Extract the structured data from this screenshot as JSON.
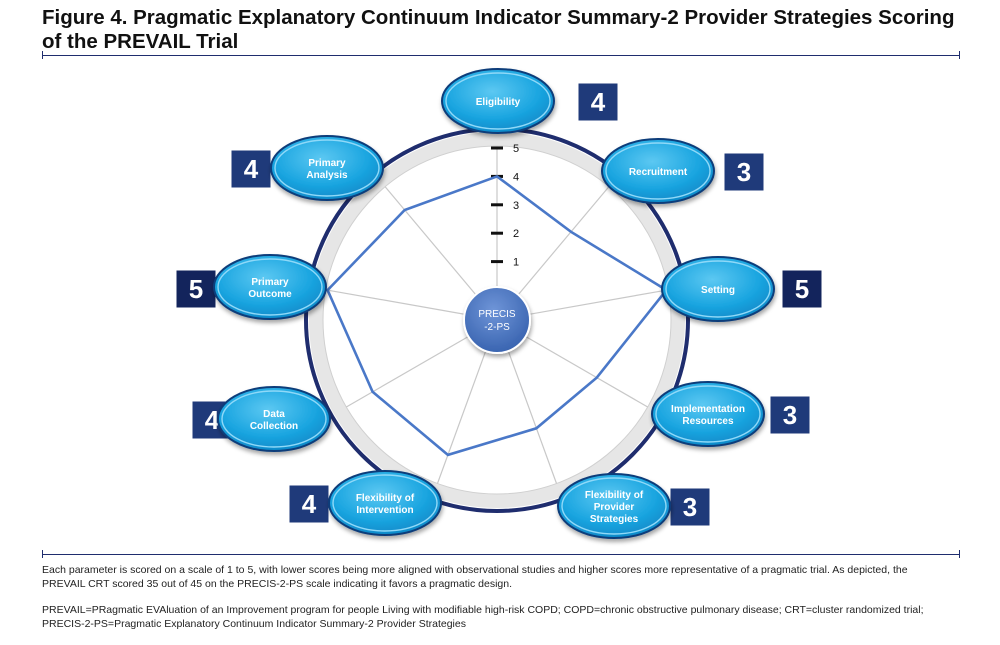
{
  "title": "Figure 4. Pragmatic Explanatory Continuum Indicator Summary-2 Provider Strategies Scoring of the PREVAIL Trial",
  "center_label": [
    "PRECIS",
    "-2-PS"
  ],
  "scale_ticks": [
    "1",
    "2",
    "3",
    "4",
    "5"
  ],
  "scale_max": 5,
  "domains": [
    {
      "label": [
        "Eligibility"
      ],
      "score": 4
    },
    {
      "label": [
        "Recruitment"
      ],
      "score": 3
    },
    {
      "label": [
        "Setting"
      ],
      "score": 5
    },
    {
      "label": [
        "Implementation",
        "Resources"
      ],
      "score": 3
    },
    {
      "label": [
        "Flexibility of",
        "Provider",
        "Strategies"
      ],
      "score": 3
    },
    {
      "label": [
        "Flexibility of",
        "Intervention"
      ],
      "score": 4
    },
    {
      "label": [
        "Data",
        "Collection"
      ],
      "score": 4
    },
    {
      "label": [
        "Primary",
        "Outcome"
      ],
      "score": 5
    },
    {
      "label": [
        "Primary",
        "Analysis"
      ],
      "score": 4
    }
  ],
  "colors": {
    "oval": "#1aa5e0",
    "oval_stroke": "#0b3d7a",
    "score_dark": "#1f3a7a",
    "score_darker": "#13245c",
    "polygon": "#4a78c8",
    "ring": "#1f2d6e",
    "center": "#3f6fc0"
  },
  "footnotes": [
    "Each parameter is scored on a scale of 1 to 5, with lower scores being more aligned with observational studies and higher scores more representative of a pragmatic trial. As depicted, the PREVAIL CRT scored 35 out of 45 on the PRECIS-2-PS scale indicating it favors a pragmatic design.",
    "PREVAIL=PRagmatic EVAluation of an Improvement program for people Living with modifiable high-risk COPD; COPD=chronic obstructive pulmonary disease; CRT=cluster randomized trial; PRECIS-2-PS=Pragmatic Explanatory Continuum Indicator Summary-2 Provider Strategies"
  ]
}
